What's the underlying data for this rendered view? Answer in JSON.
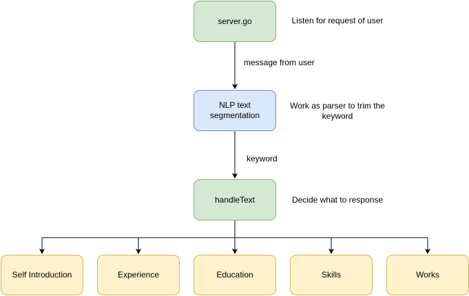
{
  "nodes": {
    "server": "server.go",
    "nlp": "NLP text\nsegmentation",
    "handle": "handleText",
    "outputs": [
      "Self Introduction",
      "Experience",
      "Education",
      "Skills",
      "Works"
    ]
  },
  "notes": {
    "server": "Listen for request of user",
    "nlp": "Work as parser to trim the\nkeyword",
    "handle": "Decide what to response"
  },
  "edge_labels": {
    "server_to_nlp": "message from user",
    "nlp_to_handle": "keyword"
  },
  "colors": {
    "green_fill": "#d5e8d4",
    "green_stroke": "#82b366",
    "blue_fill": "#dae8fc",
    "blue_stroke": "#6c8ebf",
    "yellow_fill": "#fff2cc",
    "yellow_stroke": "#d6b656",
    "edge": "#000000"
  }
}
